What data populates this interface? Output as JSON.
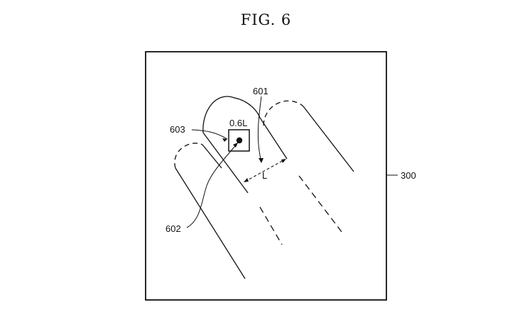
{
  "figure": {
    "title": "FIG. 6"
  },
  "labels": {
    "panel": "300",
    "finger_outline": "601",
    "touch_point": "602",
    "region": "603",
    "region_size": "0.6L",
    "distance": "L"
  },
  "colors": {
    "line": "#111111",
    "background": "#ffffff"
  }
}
